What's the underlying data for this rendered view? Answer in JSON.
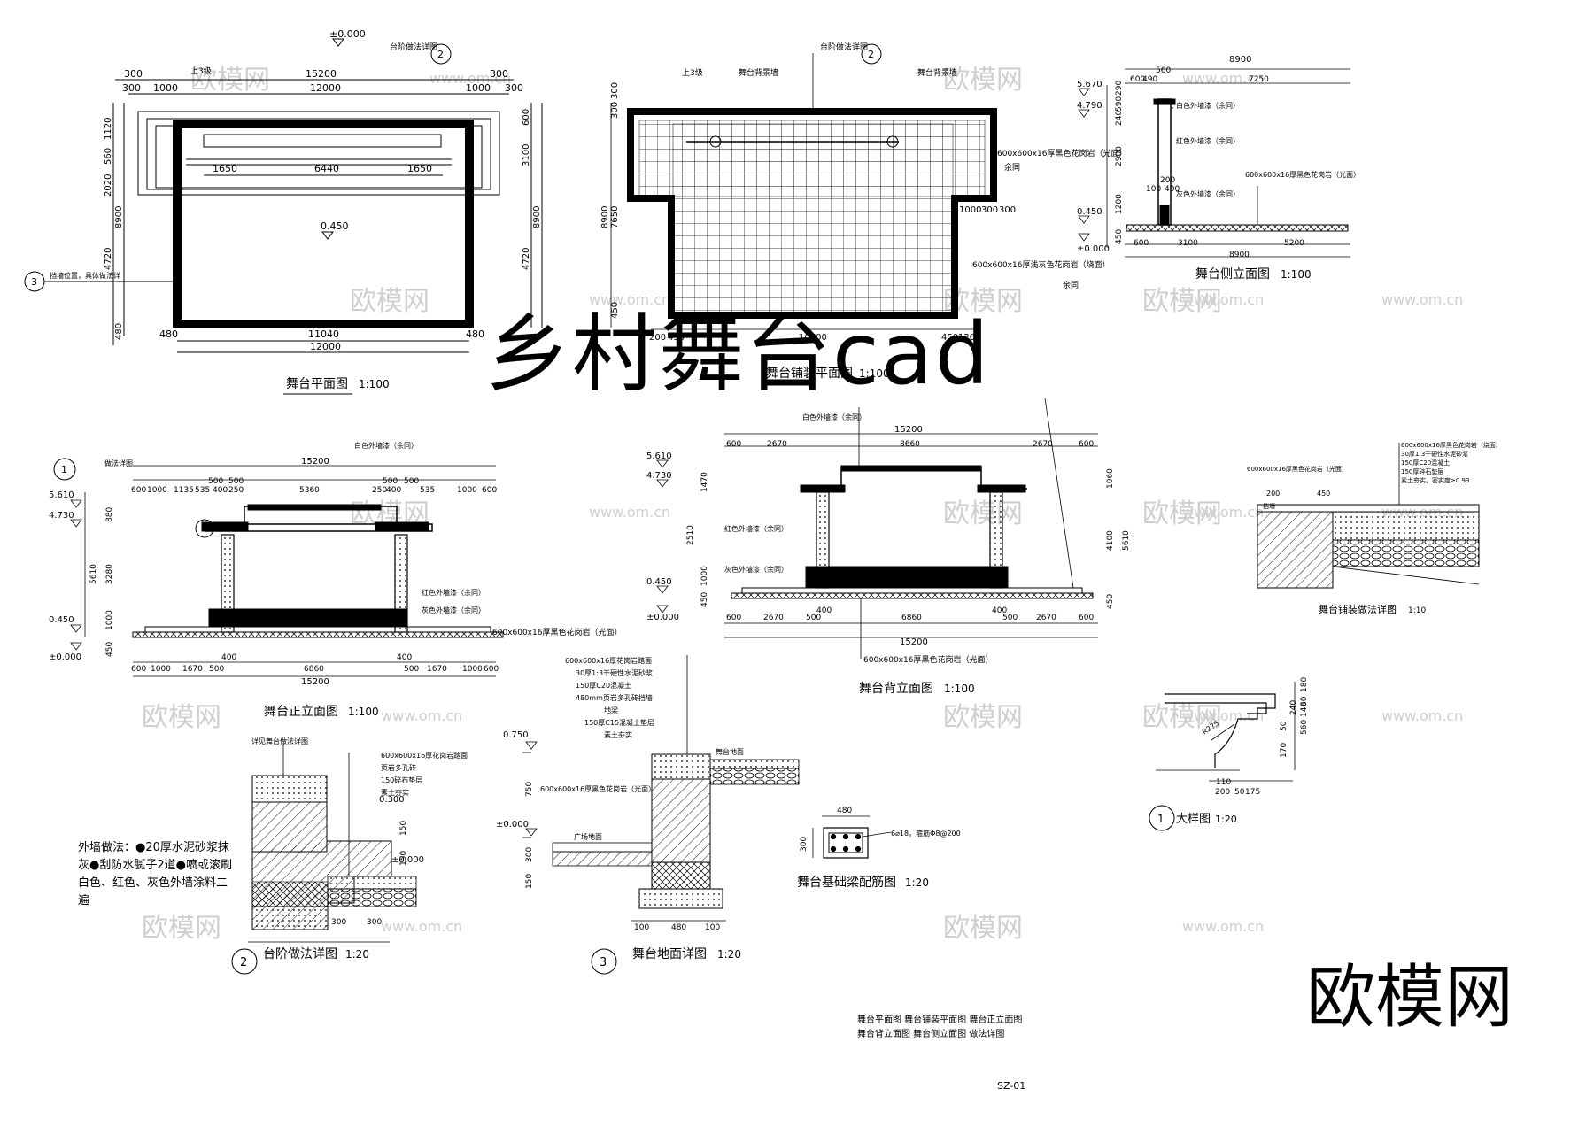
{
  "banner_title": "乡村舞台cad",
  "brand_mark": "欧模网",
  "watermark": {
    "cn": "欧模网",
    "url": "www.om.cn",
    "url_short": "om.cn"
  },
  "sheet_code": "SZ-01",
  "sheet_index": [
    "舞台平面图  舞台铺装平面图    舞台正立面图",
    "舞台背立面图  舞台侧立面图      做法详图"
  ],
  "colors": {
    "ink": "#000000",
    "watermark": "#cfcfcf",
    "paper": "#ffffff"
  },
  "icons": {
    "callout": "circle-callout-icon",
    "level": "level-triangle-icon"
  },
  "views": {
    "plan": {
      "title": "舞台平面图",
      "scale": "1:100",
      "level_top": "±0.000",
      "level_floor": "0.450",
      "note_steps": "上3级",
      "note_detail": "台阶做法详图",
      "note_wall": "挡墙位置，具体做法详",
      "callout_top": "2",
      "callout_side": "3",
      "dims_top1": [
        "300",
        "15200",
        "300"
      ],
      "dims_top2": [
        "300",
        "1000",
        "12000",
        "1000",
        "300"
      ],
      "dims_inner": [
        "1650",
        "6440",
        "1650"
      ],
      "dims_bottom1": [
        "480",
        "11040",
        "480"
      ],
      "dims_bottom2": "12000",
      "dims_left": [
        "1120",
        "560",
        "2020",
        "8900",
        "4720",
        "480"
      ],
      "dims_right": [
        "600",
        "3100",
        "8900",
        "4720"
      ]
    },
    "paving": {
      "title": "舞台铺装平面图",
      "scale": "1:100",
      "note_steps": "上3级",
      "note_bg1": "舞台背景墙",
      "note_detail": "台阶做法详图",
      "note_bg2": "舞台背景墙",
      "callout_top": "2",
      "tile_black": "600x600x16厚黑色花岗岩（光面）",
      "tile_grey": "600x600x16厚浅灰色花岗岩（烧面）",
      "same": "余同",
      "dims_left": [
        "300",
        "300",
        "8900",
        "7650",
        "450"
      ],
      "dims_right": [
        "1000",
        "300",
        "300"
      ],
      "dims_bottom": [
        "200",
        "450",
        "10700",
        "450",
        "1200"
      ]
    },
    "side": {
      "title": "舞台侧立面图",
      "scale": "1:100",
      "dims_top1": "8900",
      "dims_top2": [
        "600",
        "490",
        "560",
        "7250"
      ],
      "levels": [
        "5.670",
        "4.790",
        "0.450",
        "±0.000"
      ],
      "dims_left": [
        "290",
        "590",
        "240",
        "2900",
        "1200",
        "450"
      ],
      "dims_mid": [
        "100",
        "400",
        "200"
      ],
      "dims_bottom1": [
        "600",
        "3100",
        "5200"
      ],
      "dims_bottom2": "8900",
      "labels": [
        "白色外墙漆（余同）",
        "红色外墙漆（余同）",
        "灰色外墙漆（余同）",
        "600x600x16厚黑色花岗岩（光面）"
      ]
    },
    "front": {
      "title": "舞台正立面图",
      "scale": "1:100",
      "callout": "1",
      "note_detail": "做法详图",
      "note_white": "白色外墙漆（余同）",
      "dims_top1": "15200",
      "dims_top2": [
        "600",
        "1000",
        "1135",
        "535",
        "400",
        "250",
        "500",
        "500",
        "5360",
        "250",
        "400",
        "500",
        "500",
        "535",
        "1000",
        "600"
      ],
      "levels": [
        "5.610",
        "4.730",
        "0.450",
        "±0.000"
      ],
      "dims_left": [
        "880",
        "3280",
        "5610",
        "1000",
        "450"
      ],
      "dims_bottom1": [
        "600",
        "1000",
        "1670",
        "500",
        "400",
        "6860",
        "400",
        "500",
        "1670",
        "1000",
        "600"
      ],
      "dims_bottom2": "15200",
      "labels": [
        "红色外墙漆（余同）",
        "灰色外墙漆（余同）",
        "600x600x16厚黑色花岗岩（光面）"
      ]
    },
    "back": {
      "title": "舞台背立面图",
      "scale": "1:100",
      "note_white": "白色外墙漆（余同）",
      "dims_top1": "15200",
      "dims_top2": [
        "600",
        "2670",
        "8660",
        "2670",
        "600"
      ],
      "levels": [
        "5.610",
        "4.730",
        "0.450",
        "±0.000"
      ],
      "dims_left": [
        "1470",
        "2510",
        "1000",
        "450"
      ],
      "dims_right": [
        "1060",
        "4100",
        "5610",
        "450"
      ],
      "dims_bottom1": [
        "600",
        "2670",
        "500",
        "400",
        "6860",
        "400",
        "500",
        "2670",
        "600"
      ],
      "dims_bottom2": "15200",
      "labels": [
        "红色外墙漆（余同）",
        "灰色外墙漆（余同）",
        "600x600x16厚黑色花岗岩（光面）"
      ]
    },
    "pave_detail": {
      "title": "舞台铺装做法详图",
      "scale": "1:10",
      "layers": [
        "600x600x16厚黑色花岗岩（烧面）",
        "30厚1:3干硬性水泥砂浆",
        "150厚C20混凝土",
        "150厚碎石垫层",
        "素土夯实，密实度≥0.93"
      ],
      "edge": "600x600x16厚黑色花岗岩（光面）",
      "wall": "挡墙",
      "dims": [
        "200",
        "450"
      ]
    },
    "large": {
      "title": "大样图",
      "scale": "1:20",
      "callout": "1",
      "dims_right": [
        "180",
        "60",
        "240",
        "140",
        "50",
        "560",
        "170"
      ],
      "dims_bottom": [
        "200",
        "50",
        "175"
      ],
      "dim_top": "110",
      "radius": "R275"
    },
    "step": {
      "title": "台阶做法详图",
      "scale": "1:20",
      "callout": "2",
      "note_ref": "详见舞台做法详图",
      "layers": [
        "600x600x16厚花岗岩踏面",
        "页岩多孔砖",
        "150碎石垫层",
        "素土夯实"
      ],
      "levels": [
        "0.300",
        "±0.000"
      ],
      "dims_right": [
        "150",
        "150"
      ],
      "dims_bottom": [
        "300",
        "300"
      ]
    },
    "wall_note": "外墙做法：●20厚水泥砂浆抹灰●刮防水腻子2道●喷或滚刷白色、红色、灰色外墙涂料二遍",
    "floor": {
      "title": "舞台地面详图",
      "scale": "1:20",
      "callout": "3",
      "layers": [
        "600x600x16厚花岗岩踏面",
        "30厚1:3干硬性水泥砂浆",
        "150厚C20混凝土",
        "480mm页岩多孔砖挡墙",
        "地梁",
        "150厚C15混凝土垫层",
        "素土夯实"
      ],
      "levels": [
        "0.750",
        "±0.000"
      ],
      "note_stage": "舞台地面",
      "note_square": "广场地面",
      "edge": "600x600x16厚黑色花岗岩（光面）",
      "dims_left": [
        "750",
        "300",
        "150"
      ],
      "dims_bottom": [
        "100",
        "480",
        "100"
      ]
    },
    "beam": {
      "title": "舞台基础梁配筋图",
      "scale": "1:20",
      "width": "480",
      "height": "300",
      "rebar": "6⌀18，箍筋Φ8@200"
    }
  }
}
